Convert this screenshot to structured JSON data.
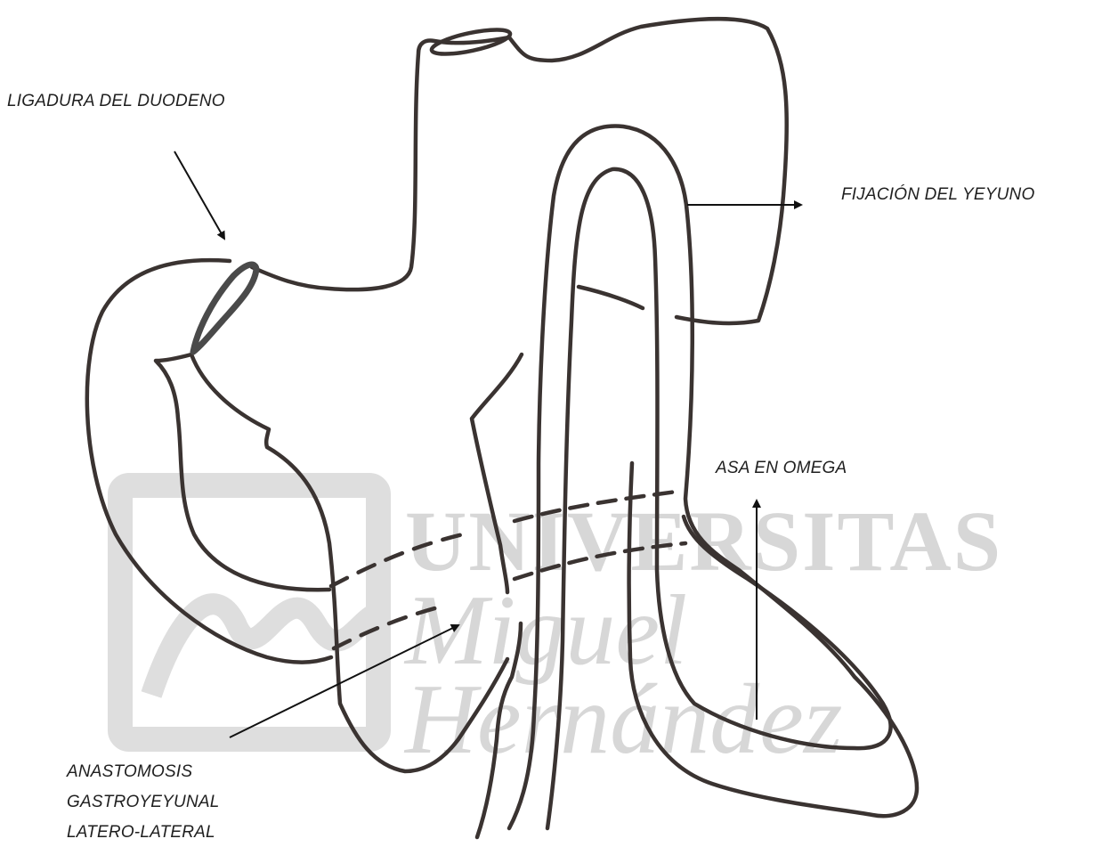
{
  "labels": {
    "ligadura": "LIGADURA DEL DUODENO",
    "fijacion": "FIJACIÓN DEL YEYUNO",
    "asa": "ASA EN OMEGA",
    "anastomosis": [
      "ANASTOMOSIS",
      "GASTROYEYUNAL",
      "LATERO-LATERAL"
    ]
  },
  "watermark": {
    "line1": "UNIVERSITAS",
    "line2": "Miguel",
    "line3": "Hernández"
  },
  "colors": {
    "stroke": "#3a3331",
    "ligature": "#4a4a4a",
    "arrow": "#111111",
    "watermark": "#d7d7d7"
  }
}
